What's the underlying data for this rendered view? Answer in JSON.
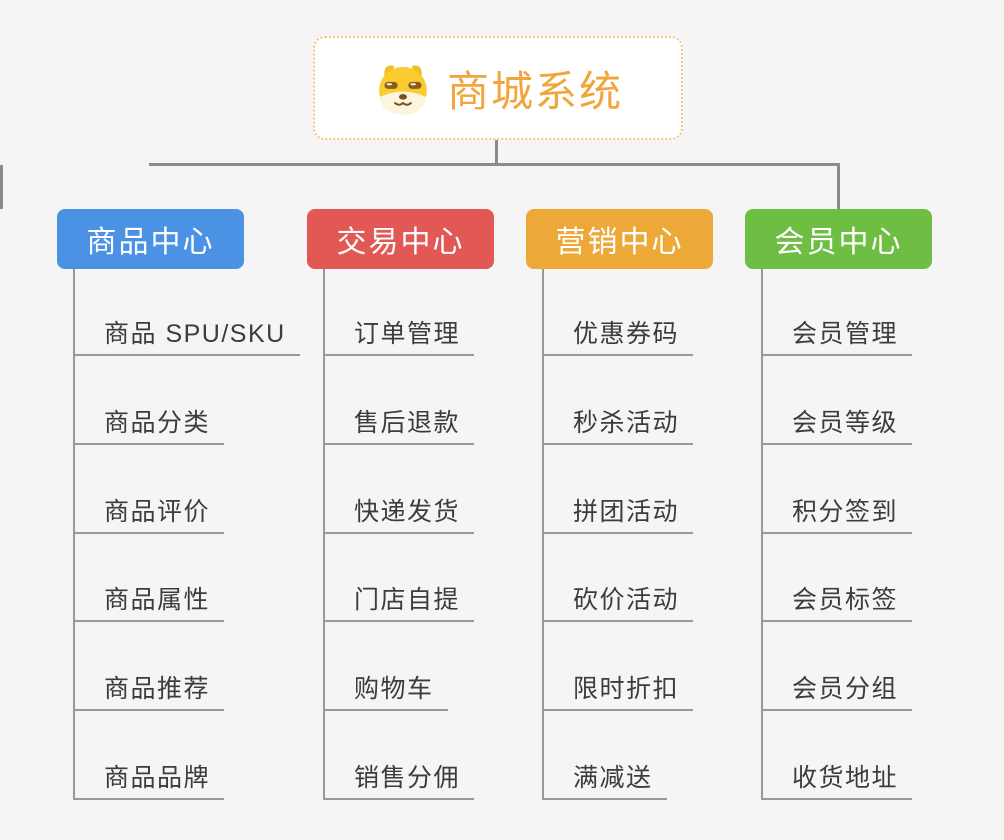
{
  "root": {
    "title": "商城系统",
    "icon": "dog-face-icon",
    "accent_color": "#f1a63c",
    "border_color": "#f6c478"
  },
  "branches": [
    {
      "label": "商品中心",
      "color": "#4b92e5",
      "items": [
        "商品 SPU/SKU",
        "商品分类",
        "商品评价",
        "商品属性",
        "商品推荐",
        "商品品牌"
      ]
    },
    {
      "label": "交易中心",
      "color": "#e25855",
      "items": [
        "订单管理",
        "售后退款",
        "快递发货",
        "门店自提",
        "购物车",
        "销售分佣"
      ]
    },
    {
      "label": "营销中心",
      "color": "#eda938",
      "items": [
        "优惠券码",
        "秒杀活动",
        "拼团活动",
        "砍价活动",
        "限时折扣",
        "满减送"
      ]
    },
    {
      "label": "会员中心",
      "color": "#6fbe44",
      "items": [
        "会员管理",
        "会员等级",
        "积分签到",
        "会员标签",
        "会员分组",
        "收货地址"
      ]
    }
  ],
  "colors": {
    "background": "#f5f5f6",
    "connector_line": "#8b8b8b",
    "child_line": "#999999",
    "child_text": "#3c3c3c"
  }
}
